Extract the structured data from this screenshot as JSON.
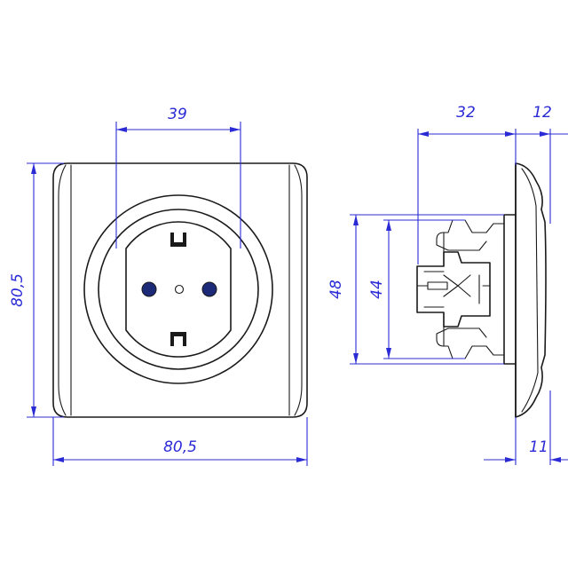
{
  "dimensions": {
    "front_width": "80,5",
    "front_height": "80,5",
    "socket_width": "39",
    "side_depth": "32",
    "side_frame_depth": "12",
    "side_height_outer": "48",
    "side_height_inner": "44",
    "side_bottom": "11"
  },
  "colors": {
    "ink": "#1a1a1a",
    "dimension": "#2b2bd6",
    "contact_hole": "#1c2a78"
  }
}
